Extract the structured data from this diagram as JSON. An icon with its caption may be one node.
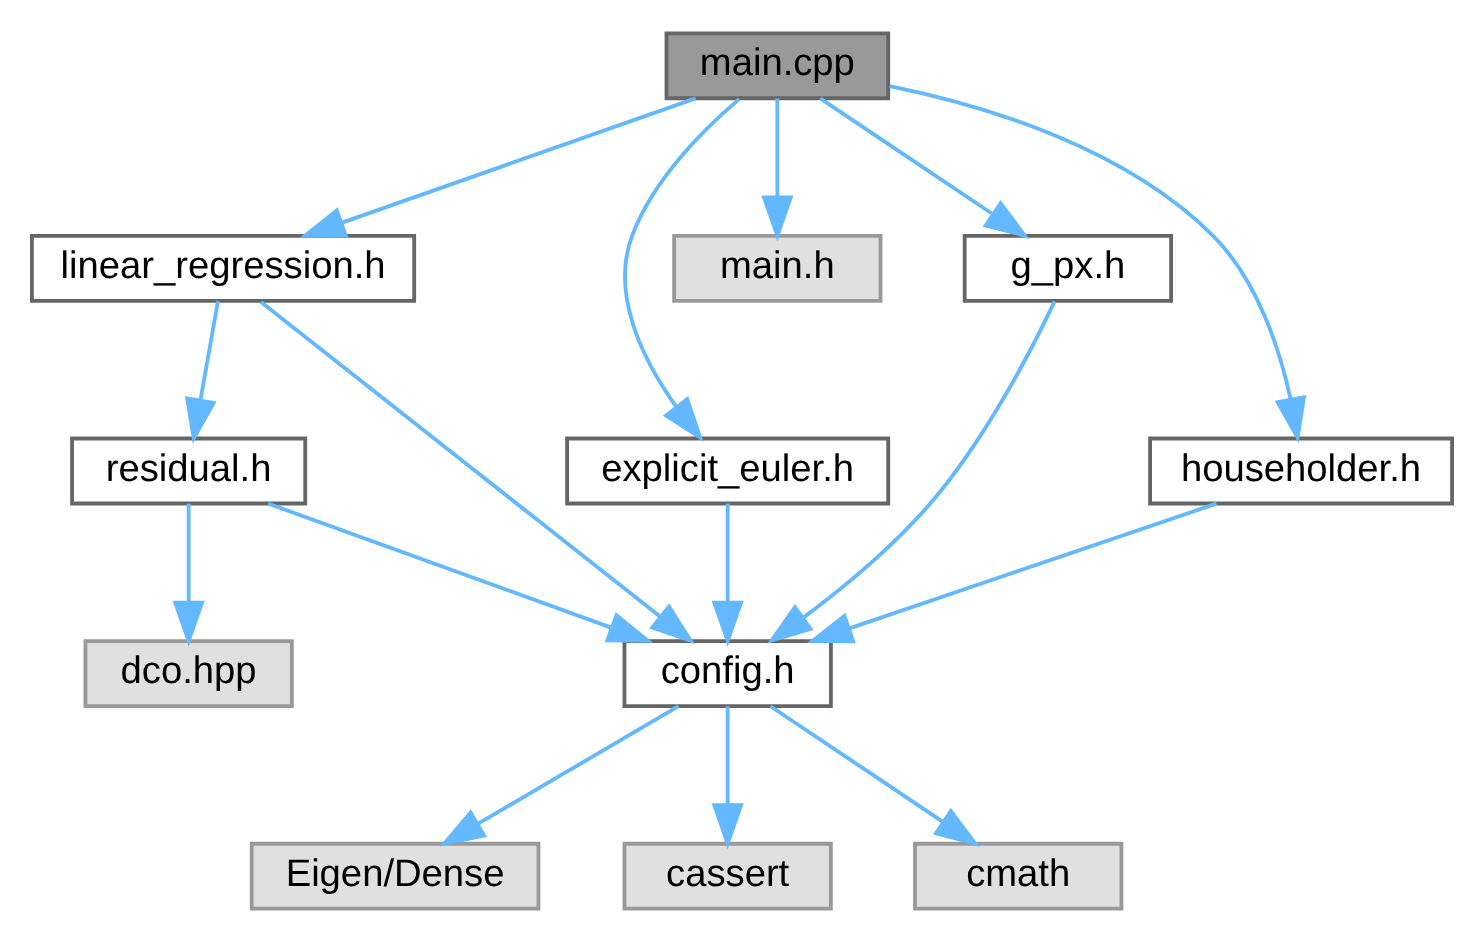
{
  "diagram": {
    "nodes": [
      {
        "text": [
          "main.cpp"
        ]
      },
      {
        "text": [
          "householder.h"
        ]
      },
      {
        "text": [
          "linear_regression.h"
        ]
      },
      {
        "text": [
          "main.h"
        ]
      },
      {
        "text": [
          "explicit_euler.h"
        ]
      },
      {
        "text": [
          "g_px.h"
        ]
      },
      {
        "text": [
          "residual.h"
        ]
      },
      {
        "text": [
          "config.h"
        ]
      },
      {
        "text": [
          "dco.hpp"
        ]
      },
      {
        "text": [
          "Eigen/Dense"
        ]
      },
      {
        "text": [
          "cassert"
        ]
      },
      {
        "text": [
          "cmath"
        ]
      }
    ],
    "edges": [
      {
        "from": 0,
        "to": 4,
        "arrow": "to"
      },
      {
        "from": 0,
        "to": 5,
        "arrow": "to"
      },
      {
        "from": 0,
        "to": 1,
        "arrow": "to"
      },
      {
        "from": 0,
        "to": 2,
        "arrow": "to"
      },
      {
        "from": 0,
        "to": 3,
        "arrow": "to"
      },
      {
        "from": 1,
        "to": 7,
        "arrow": "to"
      },
      {
        "from": 2,
        "to": 7,
        "arrow": "to"
      },
      {
        "from": 2,
        "to": 6,
        "arrow": "to"
      },
      {
        "from": 4,
        "to": 7,
        "arrow": "to"
      },
      {
        "from": 5,
        "to": 7,
        "arrow": "to"
      },
      {
        "from": 6,
        "to": 7,
        "arrow": "to"
      },
      {
        "from": 6,
        "to": 8,
        "arrow": "to"
      },
      {
        "from": 7,
        "to": 9,
        "arrow": "to"
      },
      {
        "from": 7,
        "to": 10,
        "arrow": "to"
      },
      {
        "from": 7,
        "to": 11,
        "arrow": "to"
      }
    ]
  }
}
